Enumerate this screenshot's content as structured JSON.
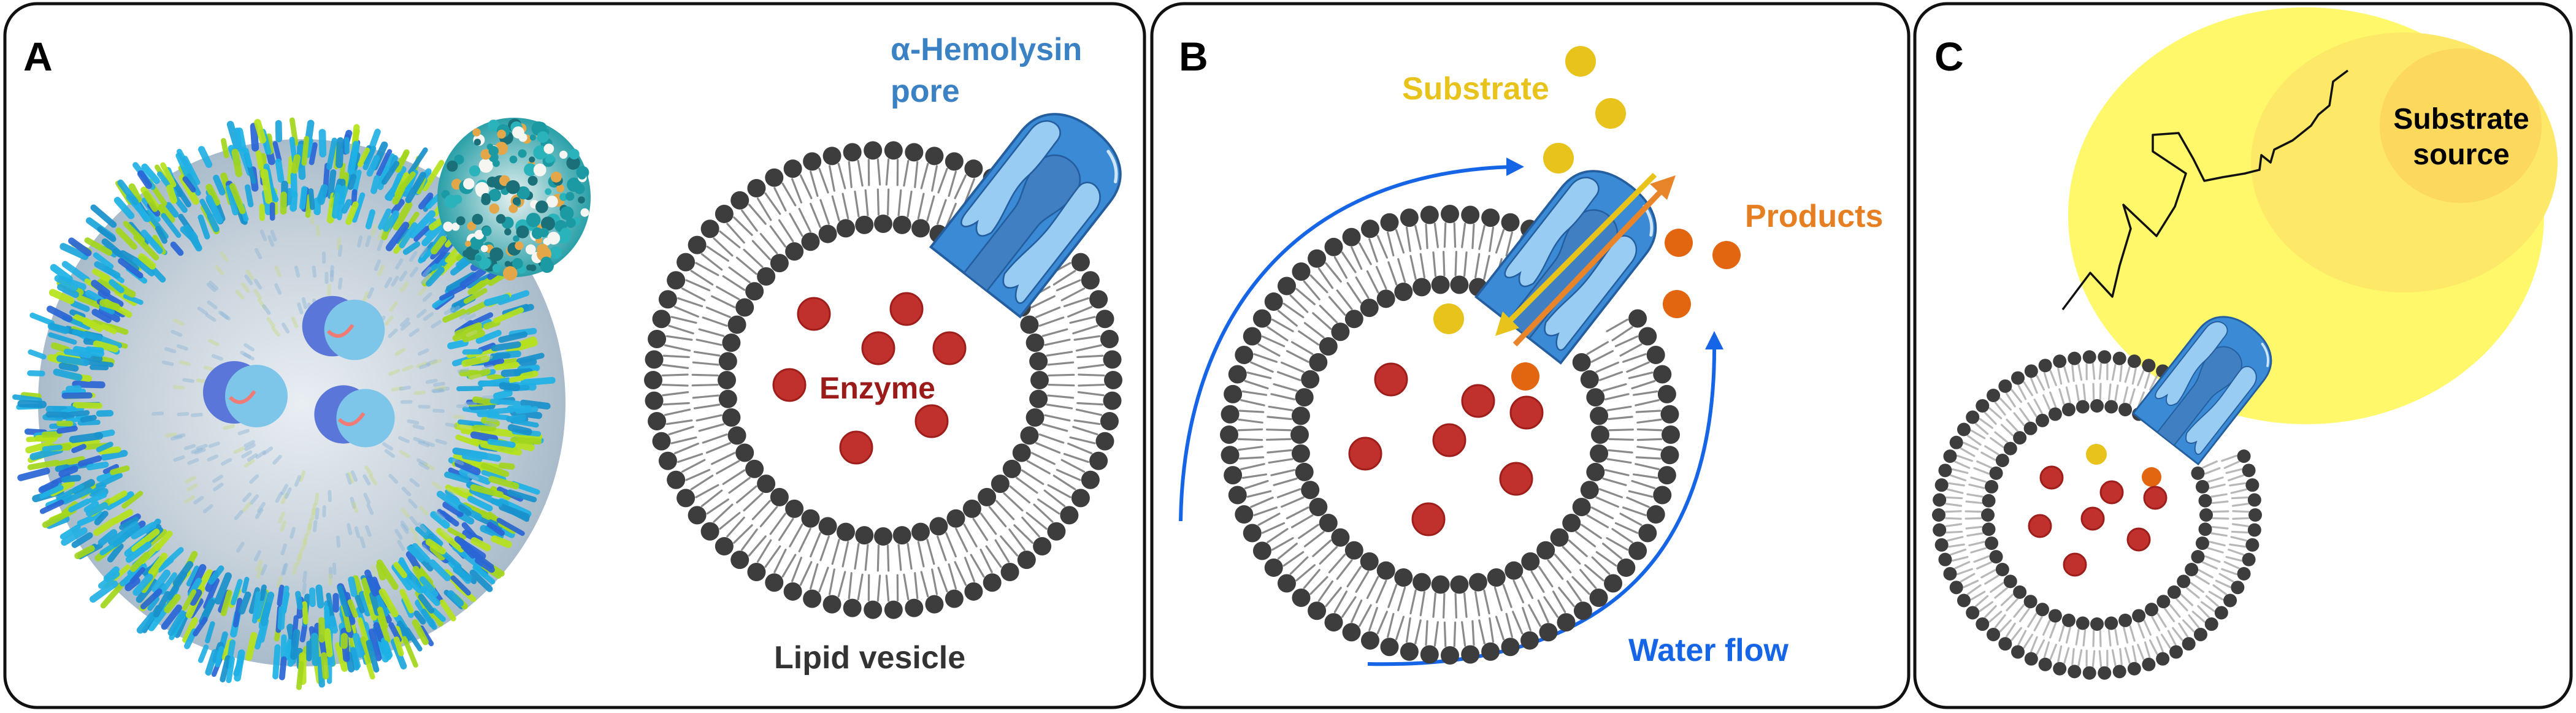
{
  "figure": {
    "panels": [
      {
        "id": "A",
        "letter": "A",
        "labels": {
          "pore": [
            "α-Hemolysin",
            "pore"
          ],
          "enzyme": "Enzyme",
          "vesicle": "Lipid vesicle"
        },
        "enzyme_count": 7
      },
      {
        "id": "B",
        "letter": "B",
        "labels": {
          "substrate": "Substrate",
          "products": "Products",
          "water_flow": "Water flow"
        },
        "substrate_outside_count": 3,
        "products_outside_count": 3,
        "enzyme_count": 7
      },
      {
        "id": "C",
        "letter": "C",
        "labels": {
          "source": [
            "Substrate",
            "source"
          ]
        },
        "enzyme_count": 7
      }
    ],
    "colors": {
      "pore_blue": "#3a8ad6",
      "pore_light": "#99ccf2",
      "pore_dark": "#3f7fc2",
      "pore_label": "#3b82c4",
      "enzyme": "#c0302c",
      "enzyme_label": "#9b1b1b",
      "substrate": "#e8c31c",
      "product": "#e2650f",
      "product_label": "#e57f22",
      "water_flow": "#1565e6",
      "lipid_head": "#3d3d3d",
      "lipid_tail": "#8a8a8a",
      "source_outer": "#fff86a",
      "source_mid": "#fde868",
      "source_inner": "#fcd85c",
      "vesicle_label": "#333333"
    }
  }
}
